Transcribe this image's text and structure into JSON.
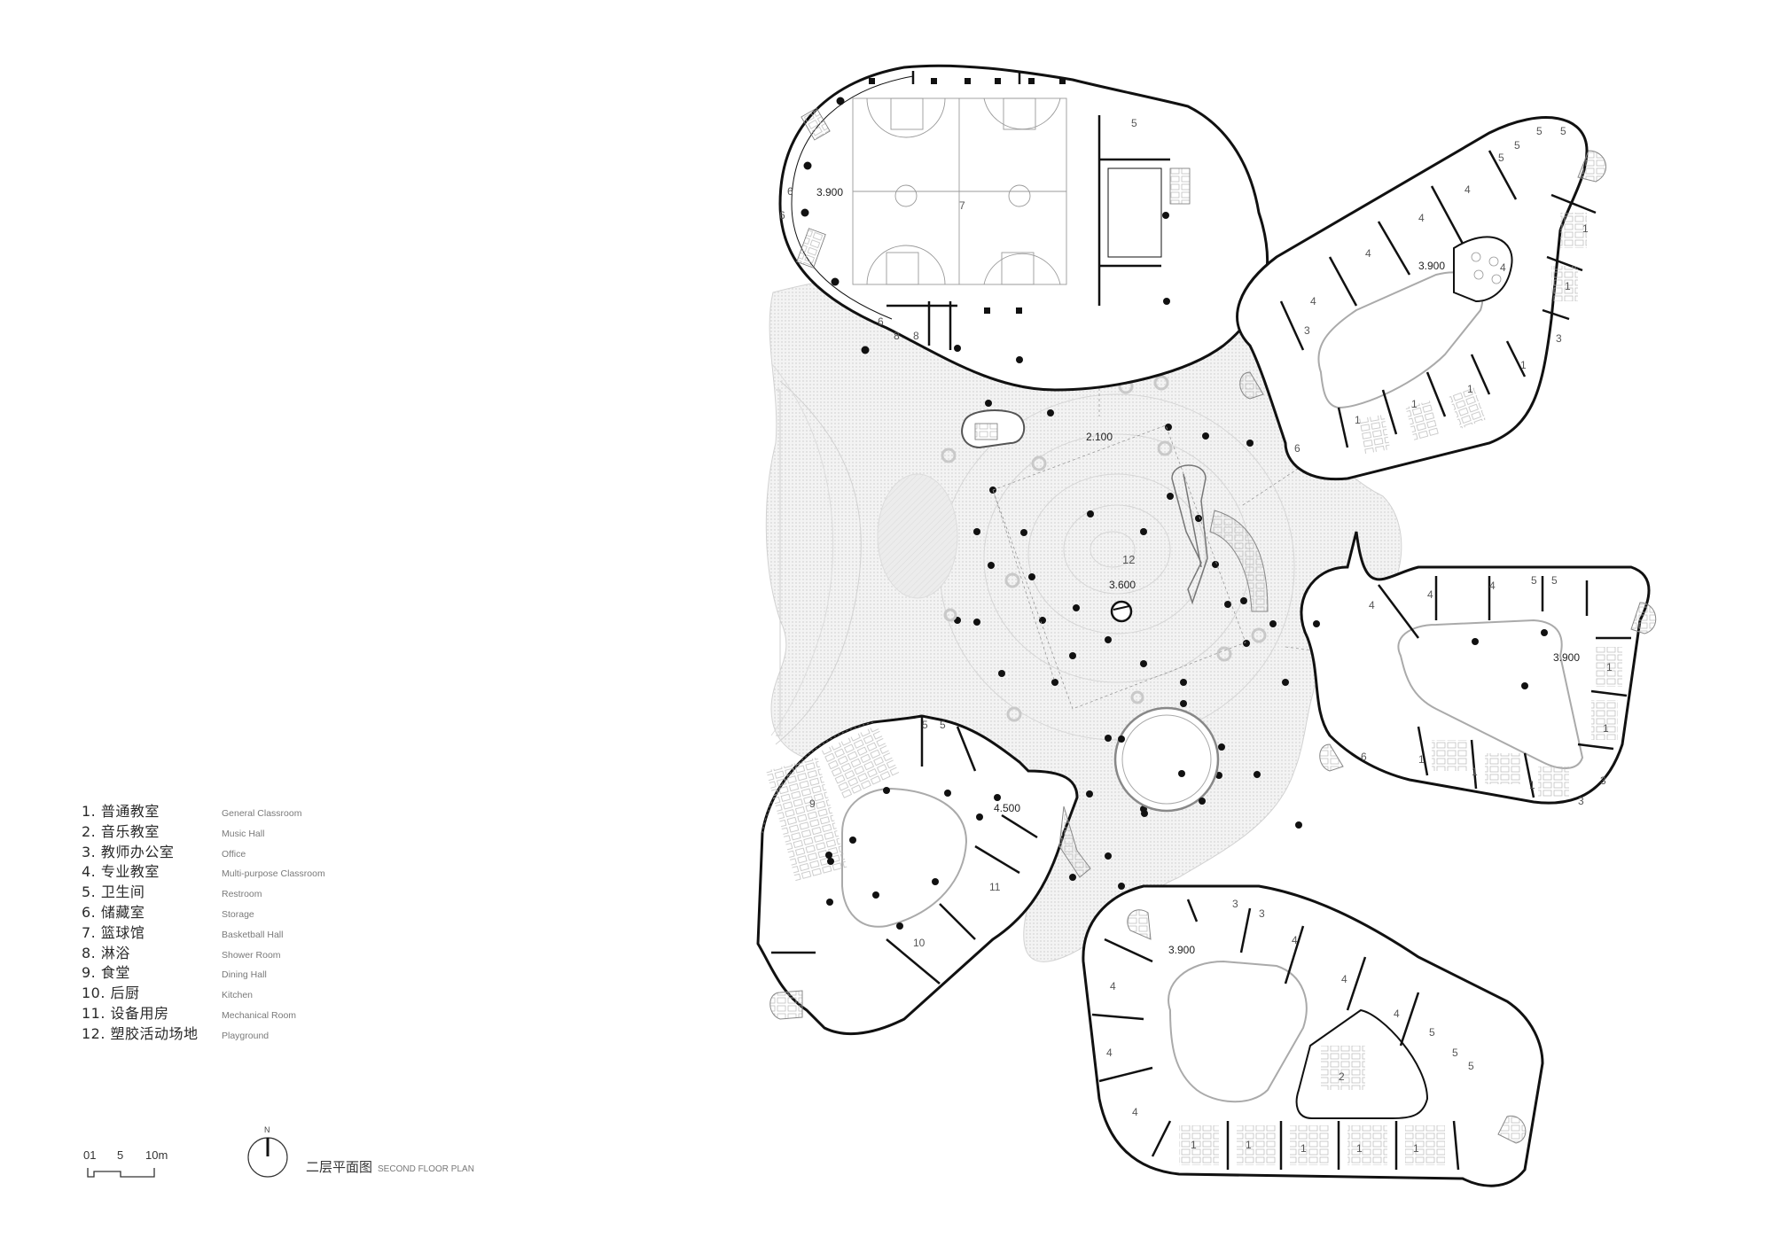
{
  "legend": {
    "items": [
      {
        "num": "1.",
        "zh": "普通教室",
        "en": "General Classroom"
      },
      {
        "num": "2.",
        "zh": "音乐教室",
        "en": "Music Hall"
      },
      {
        "num": "3.",
        "zh": "教师办公室",
        "en": "Office"
      },
      {
        "num": "4.",
        "zh": "专业教室",
        "en": "Multi-purpose Classroom"
      },
      {
        "num": "5.",
        "zh": "卫生间",
        "en": "Restroom"
      },
      {
        "num": "6.",
        "zh": "储藏室",
        "en": "Storage"
      },
      {
        "num": "7.",
        "zh": "篮球馆",
        "en": "Basketball Hall"
      },
      {
        "num": "8.",
        "zh": "淋浴",
        "en": "Shower Room"
      },
      {
        "num": "9.",
        "zh": "食堂",
        "en": "Dining Hall"
      },
      {
        "num": "10.",
        "zh": "后厨",
        "en": "Kitchen"
      },
      {
        "num": "11.",
        "zh": "设备用房",
        "en": "Mechanical Room"
      },
      {
        "num": "12.",
        "zh": "塑胶活动场地",
        "en": "Playground"
      }
    ]
  },
  "scale_bar": {
    "labels": [
      "01",
      "5",
      "10m"
    ]
  },
  "north_arrow": {
    "label": "N"
  },
  "title": {
    "zh": "二层平面图",
    "en": "SECOND FLOOR PLAN"
  },
  "plan": {
    "elevations": {
      "gym": "3.900",
      "ne_wing": "3.900",
      "e_wing": "3.900",
      "se_wing": "3.900",
      "sw_wing": "4.500",
      "plaza_north": "2.100",
      "plaza_center": "3.600"
    },
    "room_labels": {
      "basketball": "7",
      "gym_storage": "6",
      "gym_shower": "8",
      "gym_restroom": "5",
      "playground": "12",
      "dining": "9",
      "kitchen": "10",
      "mechanical": "11",
      "classroom": "1",
      "music": "2",
      "office": "3",
      "multipurpose": "4",
      "restroom": "5",
      "storage": "6"
    }
  }
}
